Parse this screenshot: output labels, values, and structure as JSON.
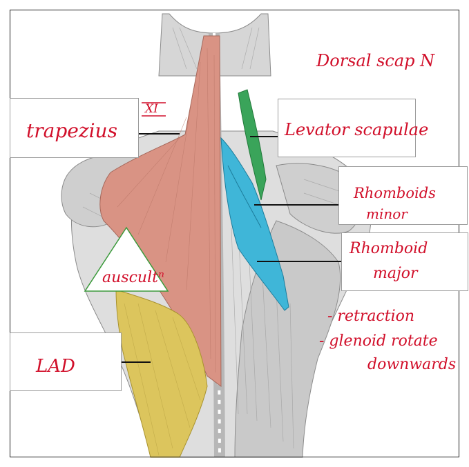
{
  "labels": {
    "trapezius": "trapezius",
    "nerve_numeral": "XI",
    "levator": "Levator scapulae",
    "rhomboid_minor_1": "Rhomboids",
    "rhomboid_minor_2": "minor",
    "rhomboid_major_1": "Rhomboid",
    "rhomboid_major_2": "major",
    "auscult": "auscultⁿ",
    "lad": "LAD",
    "dorsal_scap": "Dorsal scap N"
  },
  "notes": {
    "line1": "- retraction",
    "line2": "- glenoid rotate",
    "line3": "downwards"
  },
  "colors": {
    "handwriting": "#d10f2a",
    "trapezius": "#d99384",
    "levator_scapulae": "#3aa45a",
    "rhomboid": "#3fb6d8",
    "latissimus": "#dcc55d",
    "triangle_outline": "#3b9a3b",
    "leader_line": "#111111"
  }
}
